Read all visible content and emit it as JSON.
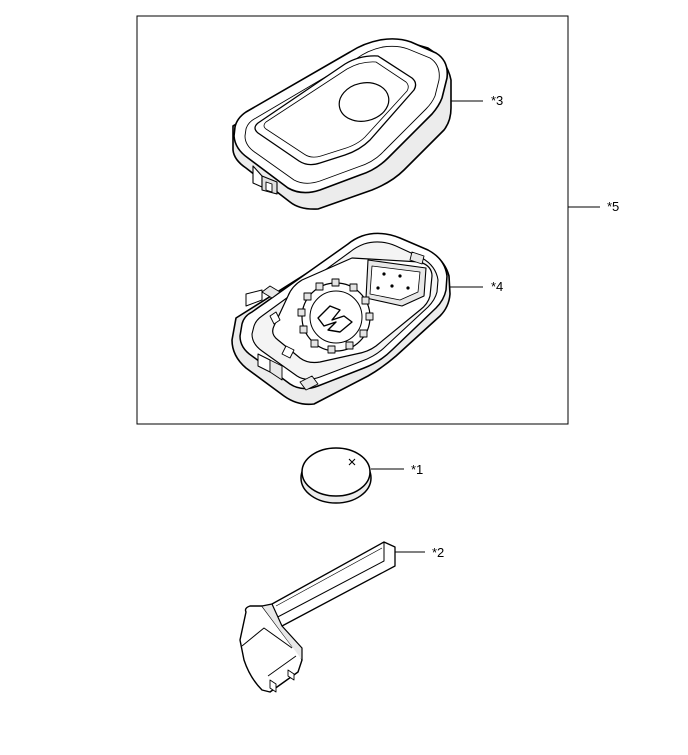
{
  "callouts": {
    "c1": "*1",
    "c2": "*2",
    "c3": "*3",
    "c4": "*4",
    "c5": "*5"
  },
  "colors": {
    "line": "#000000",
    "fill": "#ffffff",
    "shade": "#e6e6e6",
    "inner_shade": "#d0d0d0"
  }
}
